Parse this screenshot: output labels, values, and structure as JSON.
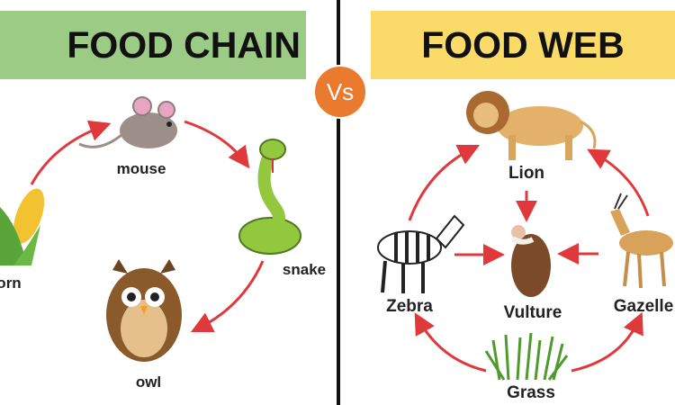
{
  "food_chain": {
    "title": "FOOD CHAIN",
    "color": "#9ccb86",
    "organisms": [
      "orn",
      "mouse",
      "snake",
      "owl"
    ]
  },
  "versus": {
    "label": "Vs",
    "color": "#ea7a2d"
  },
  "food_web": {
    "title": "FOOD WEB",
    "color": "#fadb6a",
    "organisms": [
      "Lion",
      "Zebra",
      "Vulture",
      "Gazelle",
      "Grass"
    ]
  },
  "arrow_color": "#e0393b"
}
